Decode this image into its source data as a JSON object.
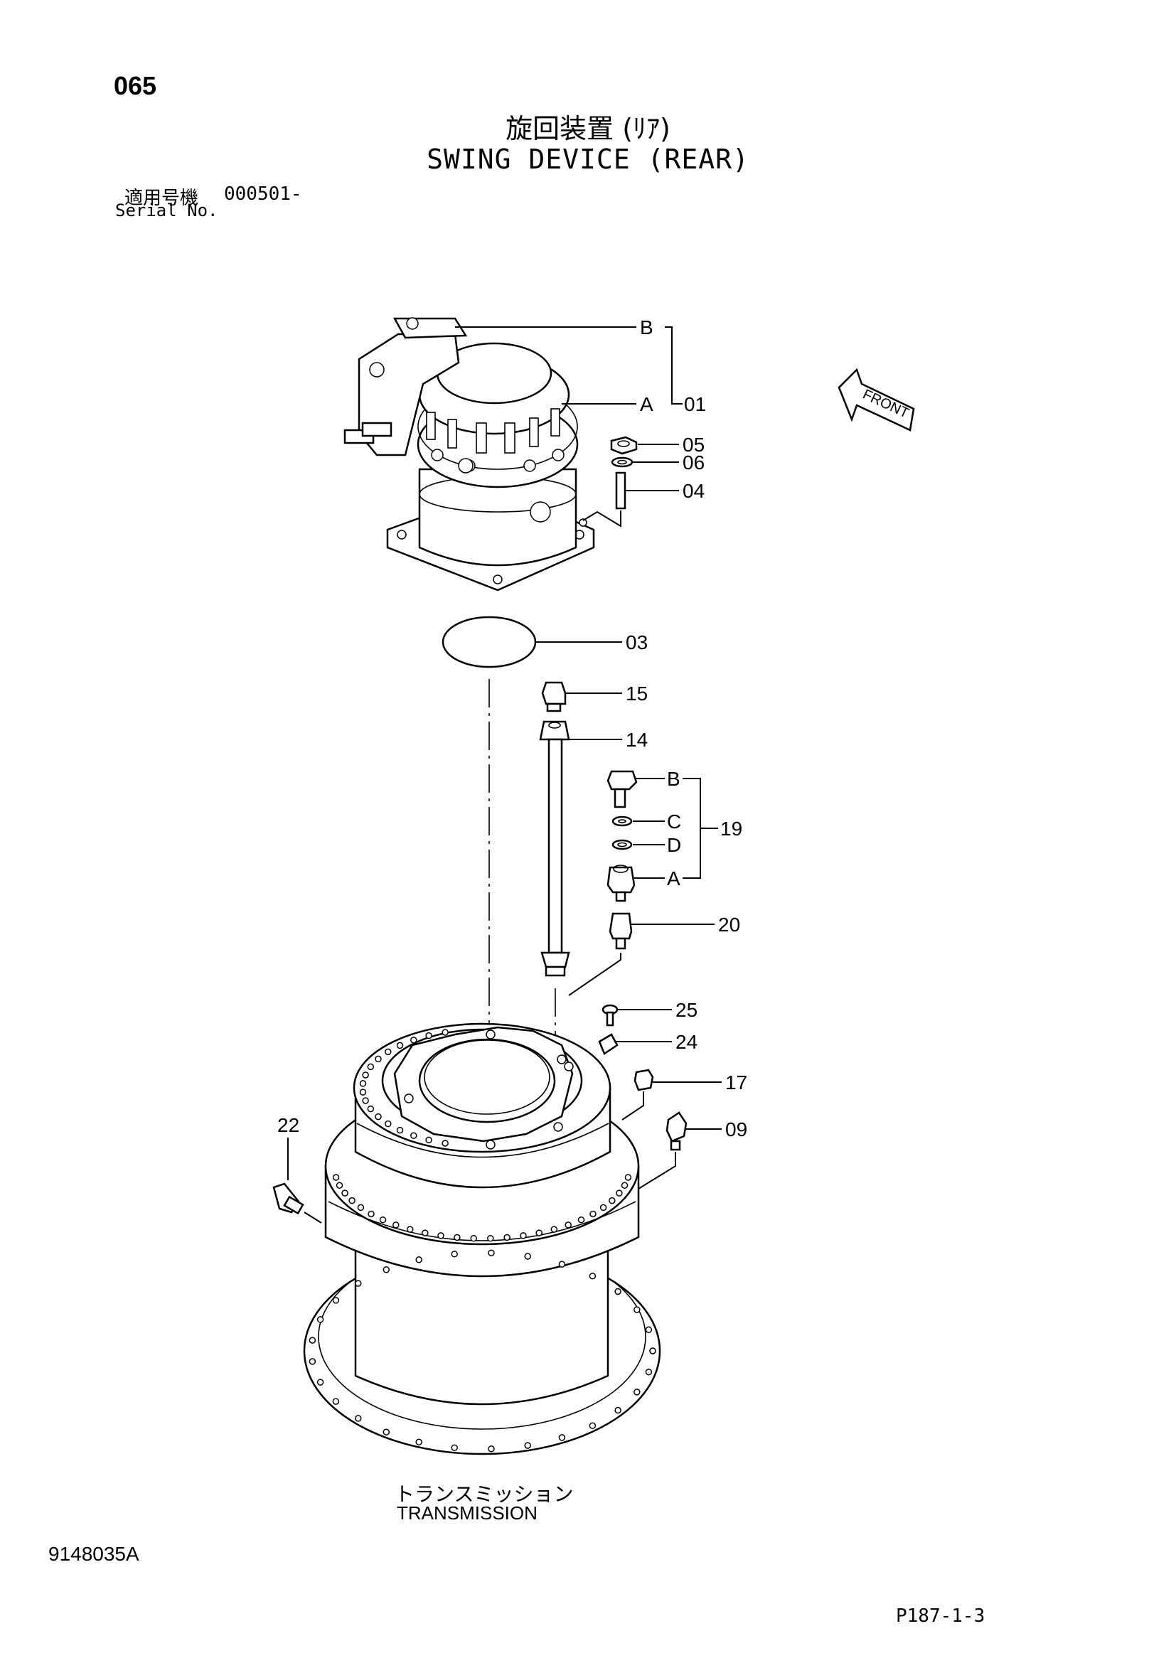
{
  "header": {
    "page_number": "065",
    "title_jp": "旋回装置 (ﾘｱ)",
    "title_en": "SWING DEVICE (REAR)",
    "serial_label_jp": "適用号機",
    "serial_value": "000501-",
    "serial_label_en": "Serial No."
  },
  "callouts": {
    "c01": "01",
    "c03": "03",
    "c04": "04",
    "c05": "05",
    "c06": "06",
    "c09": "09",
    "c14": "14",
    "c15": "15",
    "c17": "17",
    "c19": "19",
    "c20": "20",
    "c22": "22",
    "c24": "24",
    "c25": "25",
    "sub01_b": "B",
    "sub01_a": "A",
    "sub19_b": "B",
    "sub19_c": "C",
    "sub19_d": "D",
    "sub19_a": "A",
    "front": "FRONT"
  },
  "transmission": {
    "label_jp": "トランスミッション",
    "label_en": "TRANSMISSION"
  },
  "footer": {
    "drawing_number": "9148035A",
    "page_ref": "P187-1-3"
  }
}
